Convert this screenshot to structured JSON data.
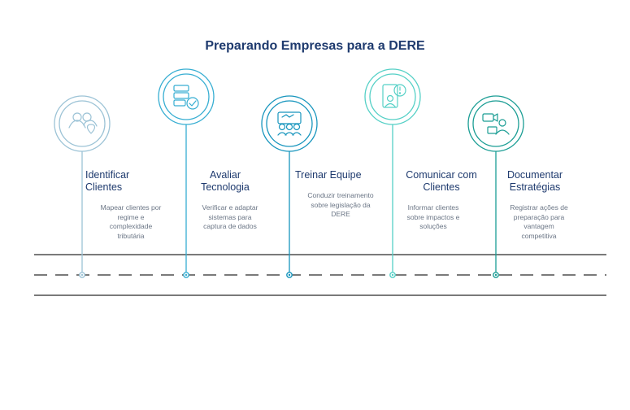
{
  "title": "Preparando Empresas para a DERE",
  "steps": [
    {
      "title_lines": [
        "Identificar",
        "Clientes"
      ],
      "desc_lines": [
        "Mapear clientes por",
        "regime e",
        "complexidade",
        "tributária"
      ],
      "color": "#9cc3d6",
      "icon": "people-location-icon"
    },
    {
      "title_lines": [
        "Avaliar",
        "Tecnologia"
      ],
      "desc_lines": [
        "Verificar e adaptar",
        "sistemas para",
        "captura de dados"
      ],
      "color": "#37aed2",
      "icon": "server-check-icon"
    },
    {
      "title_lines": [
        "Treinar Equipe"
      ],
      "desc_lines": [
        "Conduzir treinamento",
        "sobre legislação da",
        "DERE"
      ],
      "color": "#1795bd",
      "icon": "training-team-icon"
    },
    {
      "title_lines": [
        "Comunicar com",
        "Clientes"
      ],
      "desc_lines": [
        "Informar clientes",
        "sobre impactos e",
        "soluções"
      ],
      "color": "#55d0c6",
      "icon": "notification-person-icon"
    },
    {
      "title_lines": [
        "Documentar",
        "Estratégias"
      ],
      "desc_lines": [
        "Registrar ações de",
        "preparação para",
        "vantagem",
        "competitiva"
      ],
      "color": "#1a9d94",
      "icon": "video-documentation-icon"
    }
  ]
}
